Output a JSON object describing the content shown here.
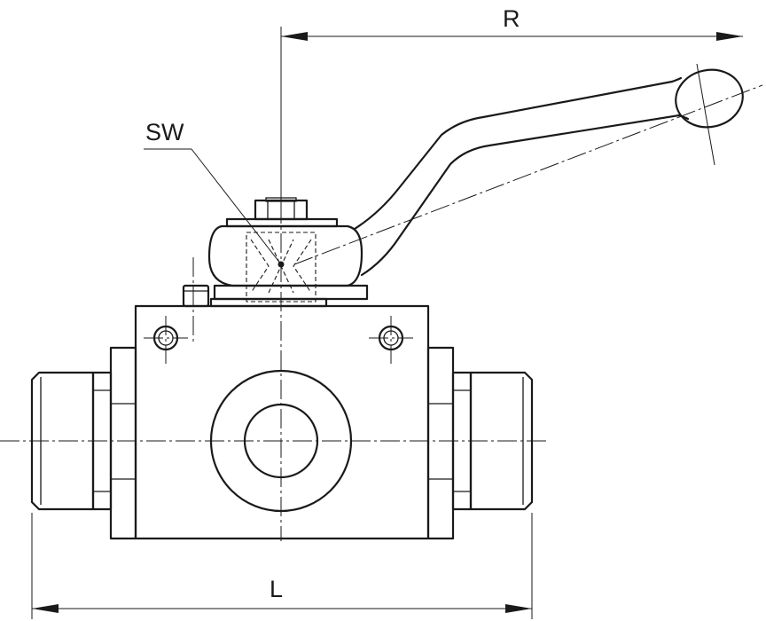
{
  "labels": {
    "width_across_flats": "SW",
    "lever_radius": "R",
    "overall_length": "L"
  },
  "colors": {
    "line": "#1a1a1a",
    "background": "#ffffff"
  }
}
